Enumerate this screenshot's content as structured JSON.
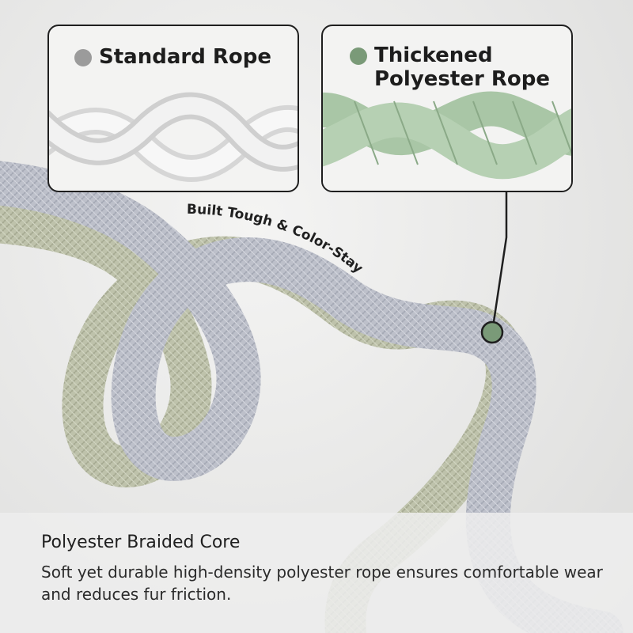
{
  "callouts": {
    "standard": {
      "label": "Standard Rope",
      "dot_color": "#9b9b9b"
    },
    "thick": {
      "label_line1": "Thickened",
      "label_line2": "Polyester Rope",
      "dot_color": "#7a9a78"
    }
  },
  "arc_caption": "Built Tough & Color-Stay",
  "bottom": {
    "heading": "Polyester Braided Core",
    "body": "Soft yet durable high-density polyester rope ensures comfortable wear and reduces fur friction."
  },
  "colors": {
    "rope_gray": "#b9bcc6",
    "rope_sage": "#b9bda6",
    "rope_green": "#a7c3a4",
    "pointer": "#1f1f1f",
    "pointer_dot": "#7a9a78"
  }
}
